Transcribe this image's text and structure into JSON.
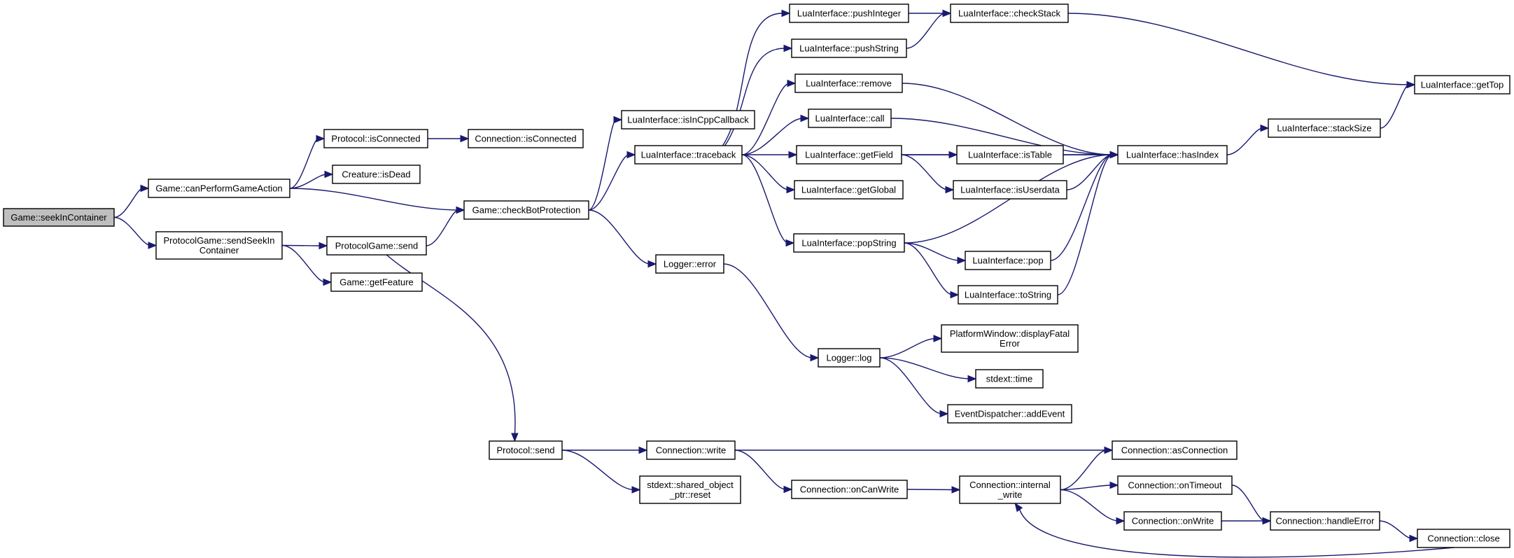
{
  "nodes": [
    {
      "id": "seekIn",
      "lines": [
        "Game::seekInContainer"
      ],
      "root": true
    },
    {
      "id": "canPerform",
      "lines": [
        "Game::canPerformGameAction"
      ]
    },
    {
      "id": "sendSeekIn",
      "lines": [
        "ProtocolGame::sendSeekIn",
        "Container"
      ]
    },
    {
      "id": "protoIsConn",
      "lines": [
        "Protocol::isConnected"
      ]
    },
    {
      "id": "connIsConn",
      "lines": [
        "Connection::isConnected"
      ]
    },
    {
      "id": "isDead",
      "lines": [
        "Creature::isDead"
      ]
    },
    {
      "id": "pgSend",
      "lines": [
        "ProtocolGame::send"
      ]
    },
    {
      "id": "getFeature",
      "lines": [
        "Game::getFeature"
      ]
    },
    {
      "id": "checkBot",
      "lines": [
        "Game::checkBotProtection"
      ]
    },
    {
      "id": "isInCpp",
      "lines": [
        "LuaInterface::isInCppCallback"
      ]
    },
    {
      "id": "traceback",
      "lines": [
        "LuaInterface::traceback"
      ]
    },
    {
      "id": "loggerError",
      "lines": [
        "Logger::error"
      ]
    },
    {
      "id": "pushInteger",
      "lines": [
        "LuaInterface::pushInteger"
      ]
    },
    {
      "id": "pushString",
      "lines": [
        "LuaInterface::pushString"
      ]
    },
    {
      "id": "remove",
      "lines": [
        "LuaInterface::remove"
      ]
    },
    {
      "id": "call",
      "lines": [
        "LuaInterface::call"
      ]
    },
    {
      "id": "getField",
      "lines": [
        "LuaInterface::getField"
      ]
    },
    {
      "id": "getGlobal",
      "lines": [
        "LuaInterface::getGlobal"
      ]
    },
    {
      "id": "popString",
      "lines": [
        "LuaInterface::popString"
      ]
    },
    {
      "id": "checkStack",
      "lines": [
        "LuaInterface::checkStack"
      ]
    },
    {
      "id": "isTable",
      "lines": [
        "LuaInterface::isTable"
      ]
    },
    {
      "id": "isUserdata",
      "lines": [
        "LuaInterface::isUserdata"
      ]
    },
    {
      "id": "pop",
      "lines": [
        "LuaInterface::pop"
      ]
    },
    {
      "id": "toString",
      "lines": [
        "LuaInterface::toString"
      ]
    },
    {
      "id": "hasIndex",
      "lines": [
        "LuaInterface::hasIndex"
      ]
    },
    {
      "id": "stackSize",
      "lines": [
        "LuaInterface::stackSize"
      ]
    },
    {
      "id": "getTop",
      "lines": [
        "LuaInterface::getTop"
      ]
    },
    {
      "id": "loggerLog",
      "lines": [
        "Logger::log"
      ]
    },
    {
      "id": "displayFatal",
      "lines": [
        "PlatformWindow::displayFatal",
        "Error"
      ]
    },
    {
      "id": "stdextTime",
      "lines": [
        "stdext::time"
      ]
    },
    {
      "id": "addEvent",
      "lines": [
        "EventDispatcher::addEvent"
      ]
    },
    {
      "id": "protoSend",
      "lines": [
        "Protocol::send"
      ]
    },
    {
      "id": "connWrite",
      "lines": [
        "Connection::write"
      ]
    },
    {
      "id": "sharedReset",
      "lines": [
        "stdext::shared_object",
        "_ptr::reset"
      ]
    },
    {
      "id": "onCanWrite",
      "lines": [
        "Connection::onCanWrite"
      ]
    },
    {
      "id": "internalWrite",
      "lines": [
        "Connection::internal",
        "_write"
      ]
    },
    {
      "id": "asConnection",
      "lines": [
        "Connection::asConnection"
      ]
    },
    {
      "id": "onTimeout",
      "lines": [
        "Connection::onTimeout"
      ]
    },
    {
      "id": "onWrite",
      "lines": [
        "Connection::onWrite"
      ]
    },
    {
      "id": "handleError",
      "lines": [
        "Connection::handleError"
      ]
    },
    {
      "id": "close",
      "lines": [
        "Connection::close"
      ]
    }
  ],
  "edges": [
    [
      "seekIn",
      "canPerform"
    ],
    [
      "seekIn",
      "sendSeekIn"
    ],
    [
      "canPerform",
      "protoIsConn"
    ],
    [
      "canPerform",
      "isDead"
    ],
    [
      "canPerform",
      "checkBot"
    ],
    [
      "protoIsConn",
      "connIsConn"
    ],
    [
      "sendSeekIn",
      "pgSend"
    ],
    [
      "sendSeekIn",
      "getFeature"
    ],
    [
      "pgSend",
      "checkBot"
    ],
    [
      "pgSend",
      "protoSend"
    ],
    [
      "checkBot",
      "isInCpp"
    ],
    [
      "checkBot",
      "traceback"
    ],
    [
      "checkBot",
      "loggerError"
    ],
    [
      "traceback",
      "pushInteger"
    ],
    [
      "traceback",
      "pushString"
    ],
    [
      "traceback",
      "remove"
    ],
    [
      "traceback",
      "call"
    ],
    [
      "traceback",
      "getField"
    ],
    [
      "traceback",
      "getGlobal"
    ],
    [
      "traceback",
      "popString"
    ],
    [
      "pushInteger",
      "checkStack"
    ],
    [
      "pushString",
      "checkStack"
    ],
    [
      "checkStack",
      "getTop"
    ],
    [
      "remove",
      "hasIndex"
    ],
    [
      "call",
      "hasIndex"
    ],
    [
      "getField",
      "isTable"
    ],
    [
      "getField",
      "isUserdata"
    ],
    [
      "getField",
      "hasIndex"
    ],
    [
      "isTable",
      "hasIndex"
    ],
    [
      "isUserdata",
      "hasIndex"
    ],
    [
      "popString",
      "hasIndex"
    ],
    [
      "popString",
      "pop"
    ],
    [
      "popString",
      "toString"
    ],
    [
      "pop",
      "hasIndex"
    ],
    [
      "toString",
      "hasIndex"
    ],
    [
      "hasIndex",
      "stackSize"
    ],
    [
      "stackSize",
      "getTop"
    ],
    [
      "loggerError",
      "loggerLog"
    ],
    [
      "loggerLog",
      "displayFatal"
    ],
    [
      "loggerLog",
      "stdextTime"
    ],
    [
      "loggerLog",
      "addEvent"
    ],
    [
      "protoSend",
      "connWrite"
    ],
    [
      "protoSend",
      "sharedReset"
    ],
    [
      "connWrite",
      "asConnection"
    ],
    [
      "connWrite",
      "onCanWrite"
    ],
    [
      "onCanWrite",
      "internalWrite"
    ],
    [
      "internalWrite",
      "asConnection"
    ],
    [
      "internalWrite",
      "onTimeout"
    ],
    [
      "internalWrite",
      "onWrite"
    ],
    [
      "onTimeout",
      "handleError"
    ],
    [
      "onWrite",
      "handleError"
    ],
    [
      "handleError",
      "close"
    ],
    [
      "close",
      "internalWrite"
    ]
  ]
}
